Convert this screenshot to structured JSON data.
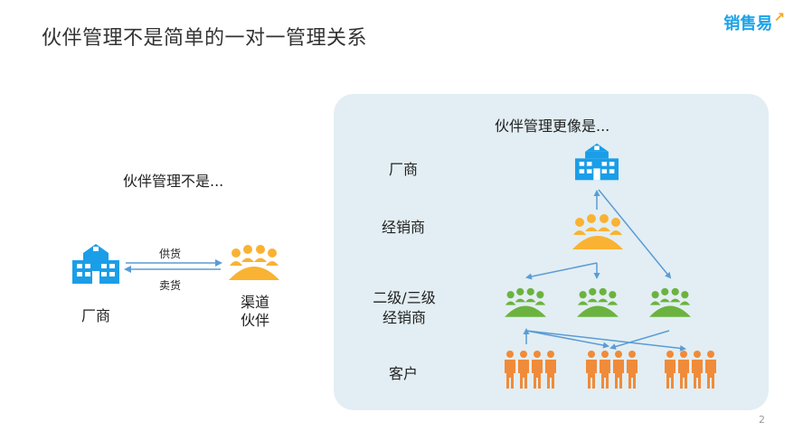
{
  "header": {
    "title": "伙伴管理不是简单的一对一管理关系",
    "logo_text": "销售易",
    "logo_arrow": "↗"
  },
  "left": {
    "heading": "伙伴管理不是...",
    "manufacturer_label": "厂商",
    "channel_label_line1": "渠道",
    "channel_label_line2": "伙伴",
    "supply_label": "供货",
    "sell_label": "卖货"
  },
  "right": {
    "heading": "伙伴管理更像是...",
    "levels": {
      "manufacturer": "厂商",
      "dealer": "经销商",
      "sub_dealer_line1": "二级/三级",
      "sub_dealer_line2": "经销商",
      "customer": "客户"
    }
  },
  "colors": {
    "building": "#1a9ee8",
    "dealer": "#f9b233",
    "sub_dealer": "#6bb33e",
    "customer": "#f08b3a",
    "arrow": "#5b9bd5",
    "panel": "#e2eef3"
  },
  "icons": {
    "building": "building-icon",
    "group": "group-meeting-icon",
    "customers": "people-group-icon"
  },
  "footer": {
    "page_number": "2"
  }
}
